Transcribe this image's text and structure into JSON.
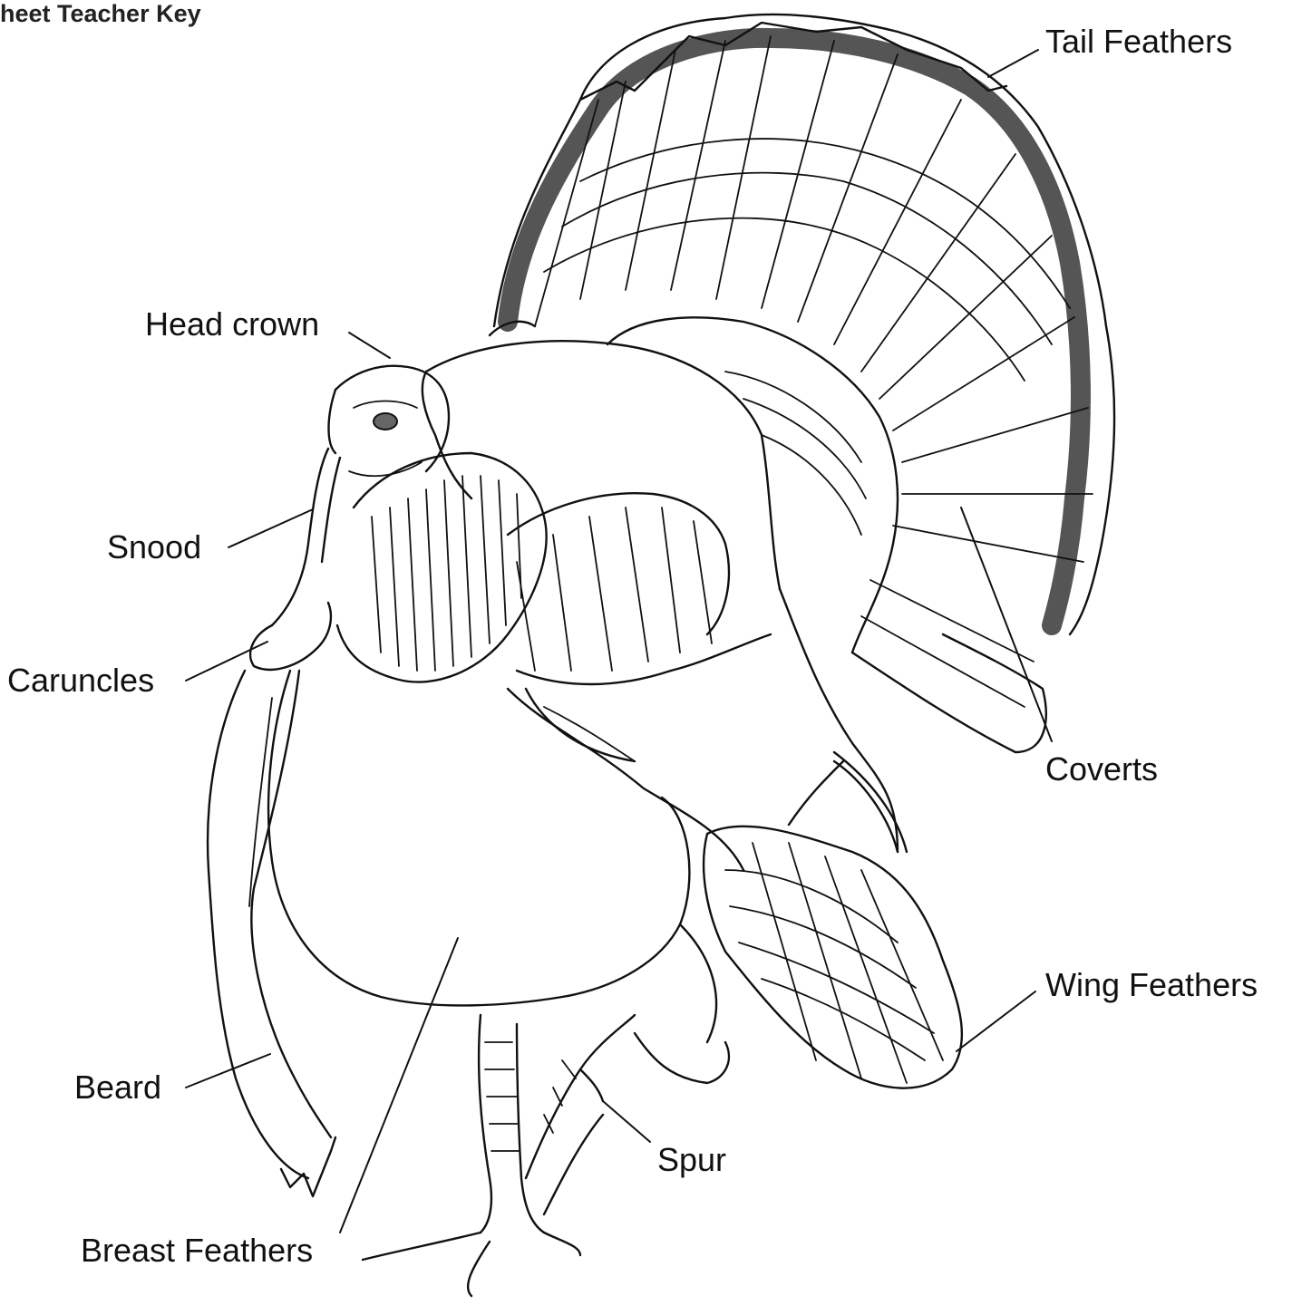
{
  "header": {
    "text": "heet Teacher Key"
  },
  "labels": {
    "tail_feathers": "Tail Feathers",
    "head_crown": "Head crown",
    "snood": "Snood",
    "caruncles": "Caruncles",
    "coverts": "Coverts",
    "wing_feathers": "Wing Feathers",
    "beard": "Beard",
    "spur": "Spur",
    "breast_feathers": "Breast Feathers"
  }
}
